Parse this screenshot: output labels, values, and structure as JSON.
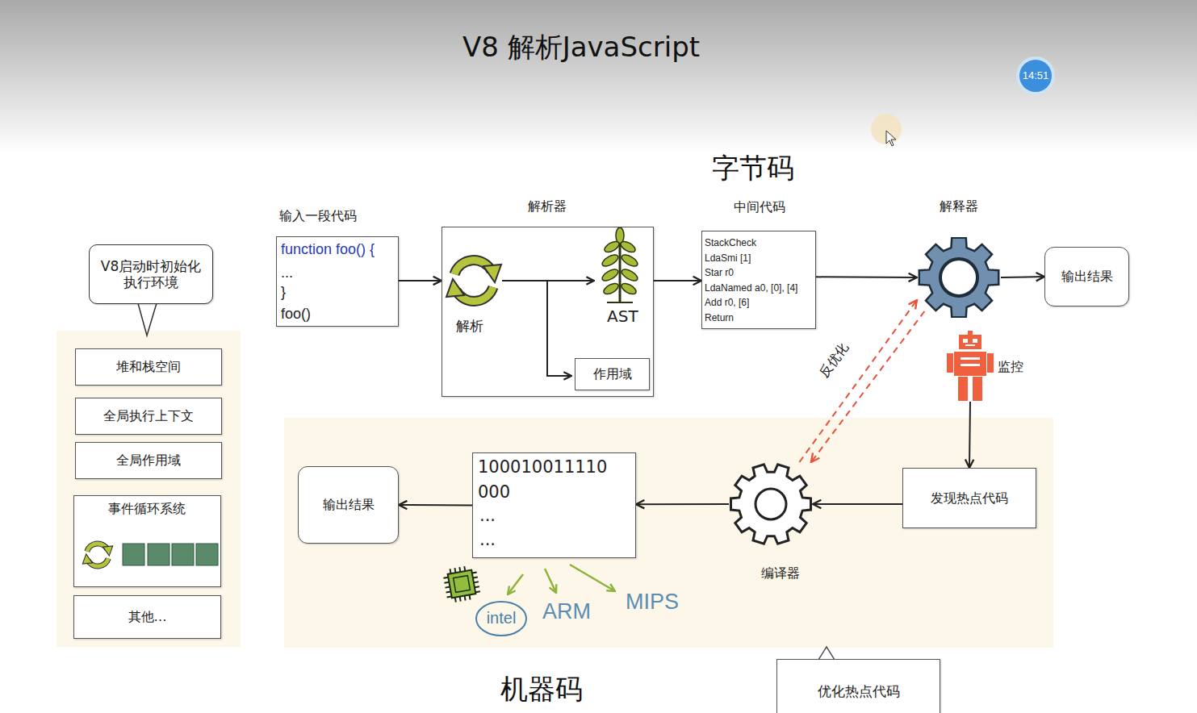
{
  "diagram": {
    "title": "V8 解析JavaScript",
    "nodes": [
      {
        "text": [
          "V8启动时初始化执行环境"
        ]
      },
      {
        "text": [
          "堆和栈空间"
        ]
      },
      {
        "text": [
          "全局执行上下文"
        ]
      },
      {
        "text": [
          "全局作用域"
        ]
      },
      {
        "text": [
          "事件循环系统"
        ]
      },
      {
        "text": [
          "其他…"
        ]
      },
      {
        "text": [
          "输入一段代码",
          "function foo() {",
          "...",
          "}",
          "foo()"
        ]
      },
      {
        "text": [
          "解析器",
          "解析",
          "AST"
        ]
      },
      {
        "text": [
          "作用域"
        ],
        "in": 7
      },
      {
        "text": [
          "中间代码",
          "StackCheck",
          "LdaSmi [1]",
          "Star r0",
          "LdaNamed a0, [0], [4]",
          "Add r0, [6]",
          "Return"
        ]
      },
      {
        "text": [
          "解释器"
        ]
      },
      {
        "text": [
          "输出结果"
        ]
      },
      {
        "text": [
          "监控"
        ]
      },
      {
        "text": [
          "发现热点代码"
        ]
      },
      {
        "text": [
          "编译器"
        ]
      },
      {
        "text": [
          "100010011110",
          "000",
          "...",
          "..."
        ]
      },
      {
        "text": [
          "输出结果"
        ]
      },
      {
        "text": [
          "优化热点代码"
        ]
      }
    ],
    "edges": [
      {
        "from": 6,
        "to": 7,
        "arrow": "to"
      },
      {
        "from": 7,
        "to": 9,
        "arrow": "to"
      },
      {
        "from": 9,
        "to": 10,
        "arrow": "to"
      },
      {
        "from": 10,
        "to": 11,
        "arrow": "to"
      },
      {
        "from": 12,
        "to": 13,
        "arrow": "to"
      },
      {
        "from": 13,
        "to": 14,
        "arrow": "to"
      },
      {
        "from": 14,
        "to": 15,
        "arrow": "to"
      },
      {
        "from": 15,
        "to": 16,
        "arrow": "to"
      },
      {
        "from": 14,
        "to": 10,
        "arrow": "to",
        "label": "反优化"
      },
      {
        "from": 10,
        "to": 14,
        "arrow": "to"
      }
    ],
    "labels": [
      "字节码",
      "机器码",
      "14:51",
      "intel",
      "ARM",
      "MIPS"
    ]
  }
}
